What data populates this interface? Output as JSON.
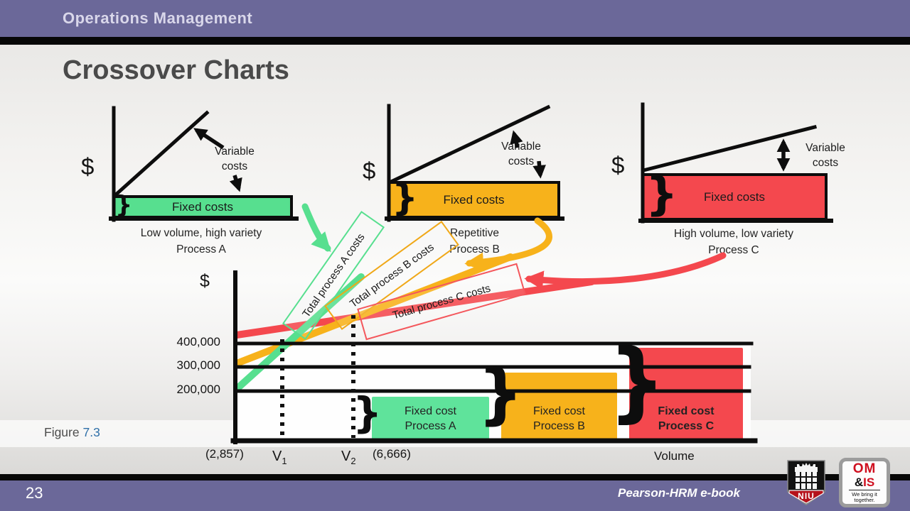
{
  "header": {
    "title": "Operations Management"
  },
  "slide_title": "Crossover Charts",
  "glyphs": {
    "brace": "}",
    "dollar": "$"
  },
  "mini_charts": {
    "a": {
      "dollar": "$",
      "variable_costs": "Variable costs",
      "fixed_costs": "Fixed costs",
      "caption1": "Low volume, high variety",
      "caption2": "Process A"
    },
    "b": {
      "dollar": "$",
      "variable_costs": "Variable costs",
      "fixed_costs": "Fixed costs",
      "caption1": "Repetitive",
      "caption2": "Process B"
    },
    "c": {
      "dollar": "$",
      "variable_costs": "Variable costs",
      "fixed_costs": "Fixed costs",
      "caption1": "High volume, low variety",
      "caption2": "Process C"
    }
  },
  "main_chart": {
    "dollar": "$",
    "y_ticks": [
      "400,000",
      "300,000",
      "200,000"
    ],
    "line_labels": {
      "a": "Total process A costs",
      "b": "Total process B costs",
      "c": "Total process C costs"
    },
    "box_labels": {
      "a1": "Fixed cost",
      "a2": "Process A",
      "b1": "Fixed cost",
      "b2": "Process B",
      "c1": "Fixed cost",
      "c2": "Process C"
    },
    "x_axis": {
      "left_value": "(2,857)",
      "v1": "V",
      "v1_sub": "1",
      "v2": "V",
      "v2_sub": "2",
      "right_value": "(6,666)",
      "volume": "Volume"
    }
  },
  "figure": {
    "prefix": "Figure ",
    "number": "7.3"
  },
  "footer": {
    "page": "23",
    "source": "Pearson-HRM e-book"
  },
  "logos": {
    "niu": "NIU",
    "omis": {
      "om": "OM",
      "amp": "&",
      "is": "IS",
      "tag1": "We bring it",
      "tag2": "together."
    }
  },
  "colors": {
    "green": "#57df8f",
    "orange": "#f7b21b",
    "red": "#f4484e",
    "purple": "#6b6899",
    "figure_blue": "#2e6fa8"
  },
  "chart_data": [
    {
      "type": "line",
      "title": "Crossover Charts",
      "subtitle": "Figure 7.3",
      "ylabel": "$",
      "xlabel": "Volume",
      "ytick_values": [
        200000,
        300000,
        400000
      ],
      "series": [
        {
          "name": "Total process A costs",
          "process": "Process A",
          "description": "Low volume, high variety",
          "fixed_cost": 200000,
          "variable_cost_slope": "steepest",
          "color": "#57df8f"
        },
        {
          "name": "Total process B costs",
          "process": "Process B",
          "description": "Repetitive",
          "fixed_cost": 300000,
          "variable_cost_slope": "medium",
          "color": "#f7b21b"
        },
        {
          "name": "Total process C costs",
          "process": "Process C",
          "description": "High volume, low variety",
          "fixed_cost": 400000,
          "variable_cost_slope": "lowest",
          "color": "#f4484e"
        }
      ],
      "crossovers": [
        {
          "label": "V1",
          "volume": 2857,
          "between": [
            "Process A",
            "Process B"
          ]
        },
        {
          "label": "V2",
          "volume": 6666,
          "between": [
            "Process B",
            "Process C"
          ]
        }
      ],
      "legend_position": "inline-rotated-labels",
      "grid": "horizontal-only"
    }
  ]
}
